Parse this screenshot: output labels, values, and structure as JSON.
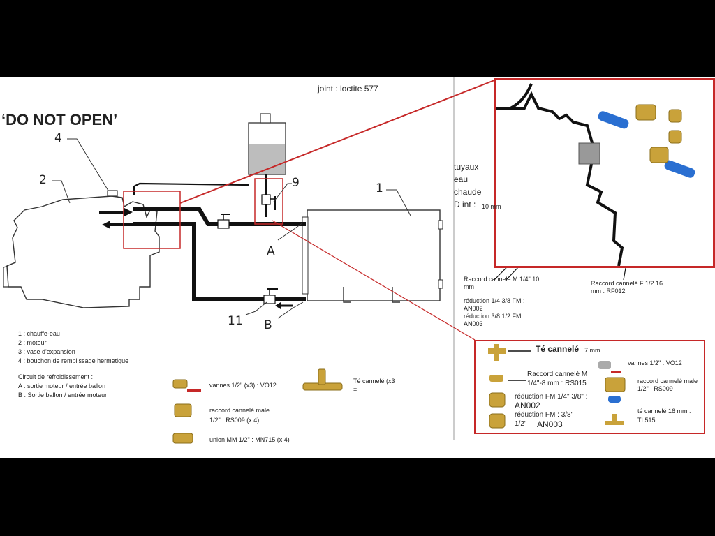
{
  "header": {
    "do_not_open": "‘DO NOT OPEN’",
    "joint": "joint : loctite 577"
  },
  "diagram": {
    "labels": {
      "n4": "4",
      "n2": "2",
      "n1": "1",
      "n9": "9",
      "nA": "A",
      "nB": "B",
      "n11": "11"
    }
  },
  "legend": {
    "items": [
      "1 : chauffe-eau",
      "2 : moteur",
      "3 : vase d'expansion",
      "4 : bouchon de remplissage hermetique"
    ],
    "circuit_title": "Circuit de refroidissement :",
    "circuit_a": "A : sortie moteur / entrée ballon",
    "circuit_b": "B : Sortie ballon  / entrée moteur"
  },
  "parts_bottom": {
    "vannes": "vannes 1/2\" (x3) : VO12",
    "raccord_1": "raccord cannelé male",
    "raccord_2": "1/2\" : RS009  (x 4)",
    "union": "union MM 1/2\" : MN715 (x 4)",
    "te_1": "Té cannelé (x3",
    "te_2": "="
  },
  "zoom_panel": {
    "tuyaux_1": "tuyaux",
    "tuyaux_2": "eau",
    "tuyaux_3": "chaude",
    "tuyaux_4": "D int :",
    "tuyaux_size": "10 mm",
    "raccord_m_1": "Raccord cannelé M 1/4\" 10",
    "raccord_m_2": "mm",
    "raccord_f_1": "Raccord cannelé F 1/2 16",
    "raccord_f_2": "mm : RF012",
    "reduc1_1": "réduction 1/4 3/8 FM :",
    "reduc1_2": "AN002",
    "reduc2_1": "réduction 3/8 1/2 FM :",
    "reduc2_2": "AN003"
  },
  "parts_box": {
    "te": "Té cannelé",
    "te_size": "7 mm",
    "vannes": "vannes 1/2\"  : VO12",
    "raccord_m_1": "Raccord cannelé M",
    "raccord_m_2": "1/4\"-8 mm : RS015",
    "raccord_male_1": "raccord cannelé male",
    "raccord_male_2": "1/2\" : RS009",
    "reduc1_1": "réduction  FM 1/4\" 3/8\" :",
    "reduc1_2": "AN002",
    "reduc2_1": "réduction  FM  :  3/8\"",
    "reduc2_2": "1/2\"",
    "reduc2_3": "AN003",
    "te16_1": "té cannelé 16 mm :",
    "te16_2": "TL515"
  },
  "colors": {
    "accent_red": "#c62828",
    "pipe": "#111111",
    "brass": "#c9a23a",
    "hose_blue": "#2a6fd1"
  }
}
